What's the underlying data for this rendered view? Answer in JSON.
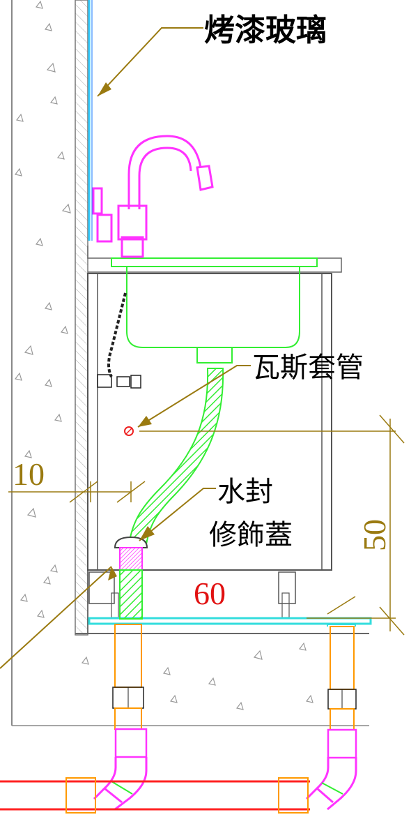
{
  "labels": {
    "glass": "烤漆玻璃",
    "gas_sleeve": "瓦斯套管",
    "water_seal_line1": "水封",
    "water_seal_line2": "修飾蓋"
  },
  "dimensions": {
    "left_offset": "10",
    "height": "50",
    "spacing": "60"
  },
  "colors": {
    "concrete": "#888888",
    "glass": "#33ccff",
    "faucet": "#ff33ff",
    "sink": "#33ee33",
    "cabinet": "#666666",
    "drain": "#ff9900",
    "pipe_red": "#ff2222",
    "dimension": "#9a7a10",
    "dimension_red": "#e11111",
    "leader": "#9a7a10",
    "cyan_base": "#33dddd"
  }
}
